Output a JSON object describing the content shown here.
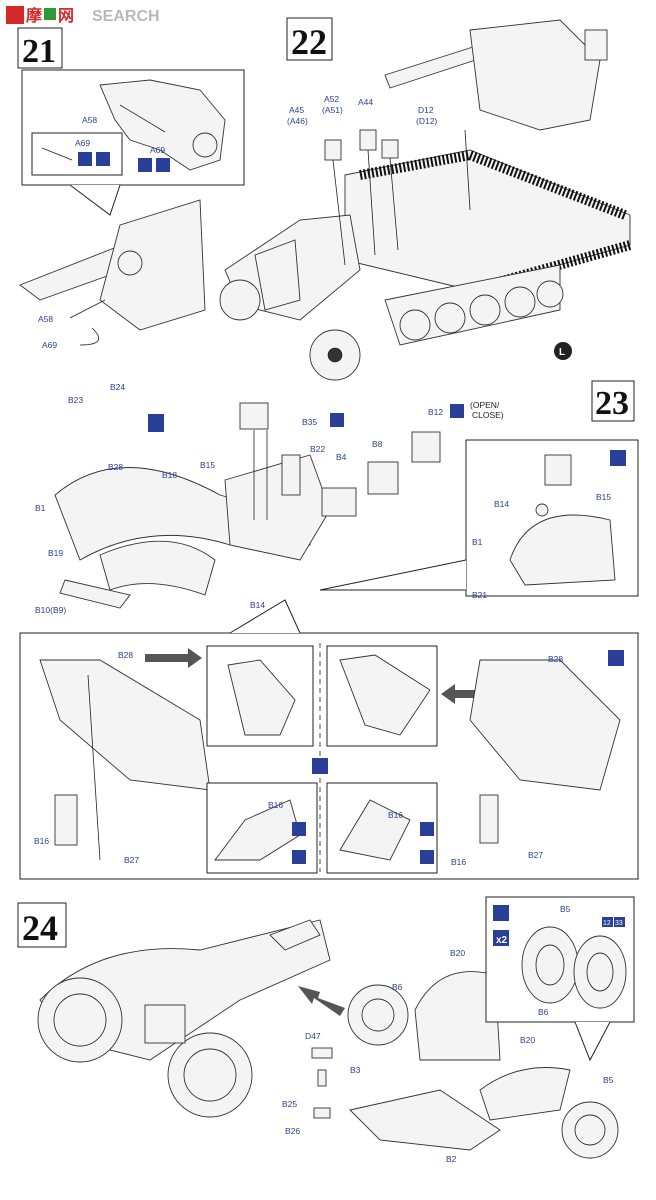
{
  "watermark": {
    "brand_cn": "摩",
    "brand_suffix": "网",
    "brand_en": "SEARCH"
  },
  "steps": {
    "s21": "21",
    "s22": "22",
    "s23": "23",
    "s24": "24"
  },
  "parts": {
    "a58": "A58",
    "a69": "A69",
    "a45": "A45",
    "a46": "(A46)",
    "a52": "A52",
    "a51": "(A51)",
    "a44": "A44",
    "d12": "D12",
    "d12b": "(D12)",
    "b1": "B1",
    "b2": "B2",
    "b3": "B3",
    "b4": "B4",
    "b5": "B5",
    "b6": "B6",
    "b8": "B8",
    "b10": "B10(B9)",
    "b12": "B12",
    "b14": "B14",
    "b15": "B15",
    "b16": "B16",
    "b18": "B18",
    "b19": "B19",
    "b20": "B20",
    "b21": "B21",
    "b22": "B22",
    "b23": "B23",
    "b24": "B24",
    "b25": "B25",
    "b26": "B26",
    "b27": "B27",
    "b28": "B28",
    "b35": "B35",
    "d47": "D47"
  },
  "notes": {
    "open": "(OPEN/",
    "close": "CLOSE)",
    "marker_l": "L",
    "count": "x2",
    "tire_code_a": "12",
    "tire_code_b": "33"
  },
  "colors": {
    "accent": "#2a3f97",
    "brand_red": "#d42a2a",
    "brand_green": "#2f9a3c",
    "watermark_gray": "#b9b9b9"
  }
}
